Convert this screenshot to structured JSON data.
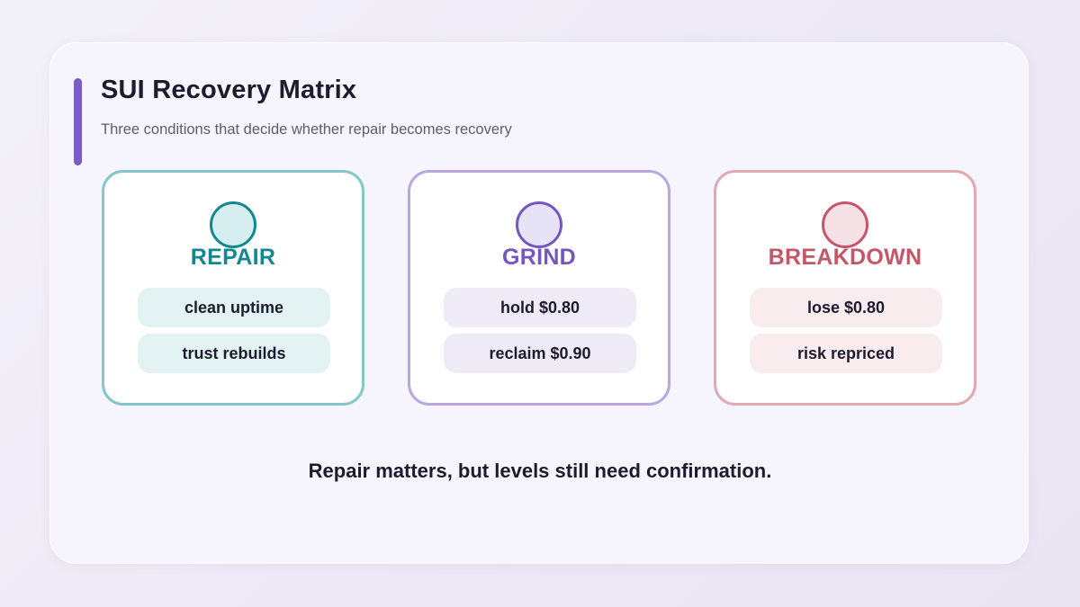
{
  "header": {
    "title": "SUI Recovery Matrix",
    "subtitle": "Three conditions that decide whether repair becomes recovery"
  },
  "colors": {
    "accent": "#7b5cc4",
    "repair": "#14878f",
    "grind": "#7356c0",
    "breakdown": "#c55668"
  },
  "cards": [
    {
      "title": "REPAIR",
      "icon": "circle-icon",
      "items": [
        "clean uptime",
        "trust rebuilds"
      ]
    },
    {
      "title": "GRIND",
      "icon": "circle-icon",
      "items": [
        "hold $0.80",
        "reclaim $0.90"
      ]
    },
    {
      "title": "BREAKDOWN",
      "icon": "circle-icon",
      "items": [
        "lose $0.80",
        "risk repriced"
      ]
    }
  ],
  "footer": {
    "text": "Repair matters, but levels still need confirmation."
  }
}
